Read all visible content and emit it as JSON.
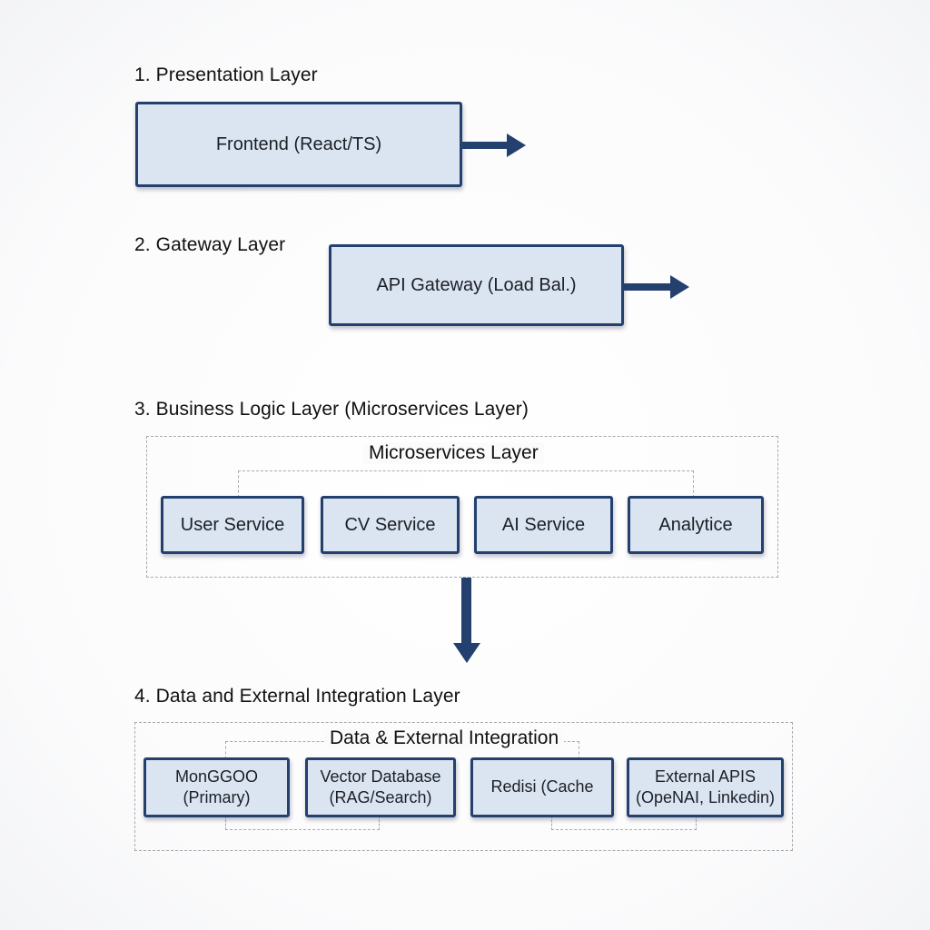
{
  "layers": [
    {
      "heading": "1. Presentation Layer"
    },
    {
      "heading": "2. Gateway Layer"
    },
    {
      "heading": "3. Business Logic Layer (Microservices Layer)"
    },
    {
      "heading": "4. Data and External Integration Layer"
    }
  ],
  "presentation": {
    "box": "Frontend (React/TS)"
  },
  "gateway": {
    "box": "API Gateway (Load Bal.)"
  },
  "microservices": {
    "title": "Microservices Layer",
    "services": [
      "User Service",
      "CV Service",
      "AI Service",
      "Analytice"
    ]
  },
  "data_integration": {
    "title": "Data & External Integration",
    "stores": [
      {
        "line1": "MonGGOO",
        "line2": "(Primary)"
      },
      {
        "line1": "Vector Database",
        "line2": "(RAG/Search)"
      },
      {
        "line1": "Redisi (Cache",
        "line2": ""
      },
      {
        "line1": "External APIS",
        "line2": "(OpeNAI, Linkedin)"
      }
    ]
  },
  "colors": {
    "box_fill": "#dbe5f2",
    "box_border": "#24406e",
    "arrow": "#24406e",
    "dashed_border": "#a6a9ae"
  }
}
